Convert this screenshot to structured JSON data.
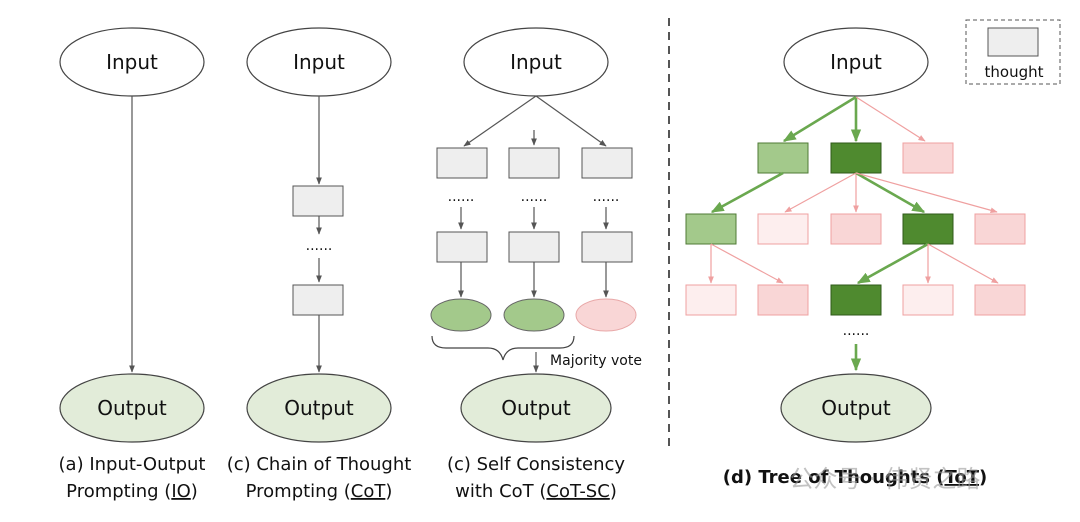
{
  "nodes": {
    "input": "Input",
    "output": "Output",
    "ellipsis": "......"
  },
  "legend": {
    "label": "thought"
  },
  "majority_vote": "Majority vote",
  "captions": {
    "io": {
      "line1": "(a) Input-Output",
      "line2_prefix": "Prompting (",
      "line2_link": "IO",
      "line2_suffix": ")"
    },
    "cot": {
      "line1": "(c) Chain of Thought",
      "line2_prefix": "Prompting (",
      "line2_link": "CoT",
      "line2_suffix": ")"
    },
    "cotsc": {
      "line1": "(c) Self Consistency",
      "line2_prefix": "with CoT (",
      "line2_link": "CoT-SC",
      "line2_suffix": ")"
    },
    "tot": {
      "prefix": "(d) Tree of Thoughts (",
      "link": "ToT",
      "suffix": ")"
    }
  },
  "watermark": "公众号 · 伟贤之路",
  "colors": {
    "thought_gray": "#eeeeee",
    "light_green": "#a3c98b",
    "dark_green": "#4f8a2f",
    "pink": "#f9d6d6",
    "pale_pink": "#fdeeee",
    "output_fill": "#e2ecd9",
    "green_arrow": "#6aa84f",
    "pink_arrow": "#efa0a0"
  }
}
